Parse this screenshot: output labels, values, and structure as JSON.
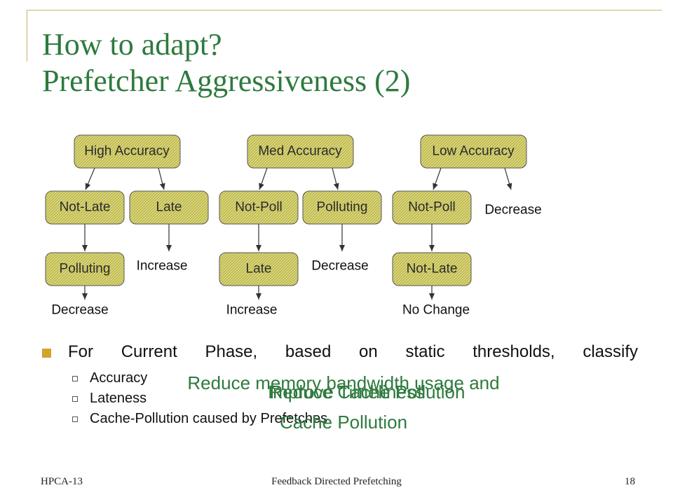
{
  "title": {
    "line1": "How to adapt?",
    "line2": "Prefetcher Aggressiveness (2)"
  },
  "diagram": {
    "nodes": {
      "high_accuracy": "High Accuracy",
      "med_accuracy": "Med Accuracy",
      "low_accuracy": "Low Accuracy",
      "not_late_1": "Not-Late",
      "late_1": "Late",
      "polluting_1": "Polluting",
      "not_poll_1": "Not-Poll",
      "polluting_2": "Polluting",
      "late_2": "Late",
      "not_poll_2": "Not-Poll",
      "not_late_2": "Not-Late"
    },
    "actions": {
      "a1": "Decrease",
      "a2": "Increase",
      "a3": "Increase",
      "a4": "Decrease",
      "a5": "No Change",
      "a6": "Decrease"
    }
  },
  "bullets": {
    "main": "For Current Phase, based on static thresholds, classify",
    "subs": [
      "Accuracy",
      "Lateness",
      "Cache-Pollution caused by Prefetches"
    ]
  },
  "overlays": {
    "line1a": "Reduce memory bandwidth usage and",
    "line1b": "Reduce Cache Pollution",
    "line1c": "Improve Timeliness",
    "line2": "Cache Pollution"
  },
  "footer": {
    "left": "HPCA-13",
    "center": "Feedback Directed Prefetching",
    "page": "18"
  },
  "colors": {
    "title": "#2e7a3e",
    "accent_line": "#c9b36a",
    "bullet": "#d1a42a",
    "node_fill": "#d8d46e"
  }
}
